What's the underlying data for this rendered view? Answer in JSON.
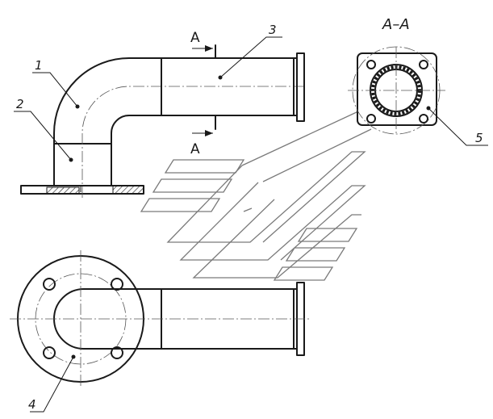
{
  "part_labels": {
    "p1": "1",
    "p2": "2",
    "p3": "3",
    "p4": "4",
    "p5": "5"
  },
  "section": {
    "marker_top": "A",
    "marker_bottom": "A",
    "title": "A–A"
  },
  "colors": {
    "line": "#1a1a1a",
    "watermark": "#7a7a7a",
    "background": "#ffffff"
  }
}
